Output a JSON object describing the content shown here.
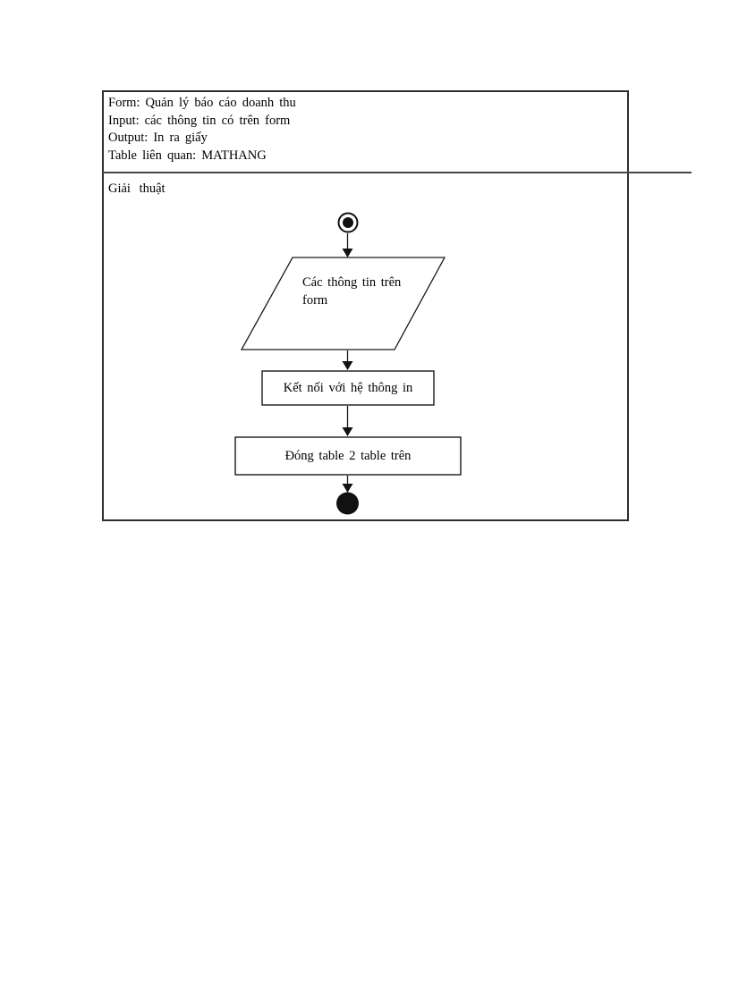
{
  "info_box": {
    "lines": [
      {
        "label": "Form:",
        "value": "Quản lý báo cáo doanh thu"
      },
      {
        "label": "Input:",
        "value": "các thông tin có trên form"
      },
      {
        "label": "Output:",
        "value": "In ra giấy"
      },
      {
        "label": "Table liên quan:",
        "value": "MATHANG"
      }
    ]
  },
  "section": {
    "label": "Giải thuật"
  },
  "flowchart": {
    "start_node": "activity-start",
    "input_shape": {
      "type": "parallelogram",
      "label": "Các thông tin trên form"
    },
    "process_1": {
      "type": "rectangle",
      "label": "Kết nối với hệ thông in"
    },
    "process_2": {
      "type": "rectangle",
      "label": "Đóng table 2 table trên"
    },
    "end_node": "activity-final",
    "colors": {
      "ink": "#111111",
      "shape_stroke": "#1a1a1a",
      "divider": "#474747",
      "background": "#ffffff"
    }
  }
}
